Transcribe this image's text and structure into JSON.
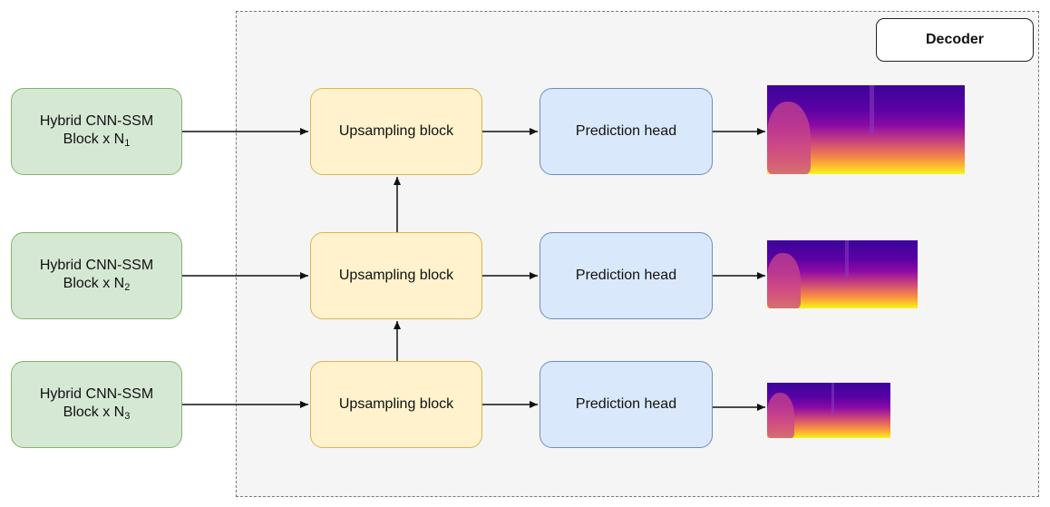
{
  "decoder": {
    "label": "Decoder"
  },
  "rows": [
    {
      "encoder_line1": "Hybrid CNN-SSM",
      "encoder_line2": "Block x N",
      "subscript": "1",
      "upsampling": "Upsampling block",
      "head": "Prediction head"
    },
    {
      "encoder_line1": "Hybrid CNN-SSM",
      "encoder_line2": "Block x N",
      "subscript": "2",
      "upsampling": "Upsampling block",
      "head": "Prediction head"
    },
    {
      "encoder_line1": "Hybrid CNN-SSM",
      "encoder_line2": "Block x N",
      "subscript": "3",
      "upsampling": "Upsampling block",
      "head": "Prediction head"
    }
  ],
  "colors": {
    "encoder_fill": "#d5e8d4",
    "encoder_stroke": "#82b366",
    "upsample_fill": "#fff2cc",
    "upsample_stroke": "#d6b656",
    "head_fill": "#dae8fc",
    "head_stroke": "#6c8ebf",
    "depth_colormap": "plasma"
  }
}
